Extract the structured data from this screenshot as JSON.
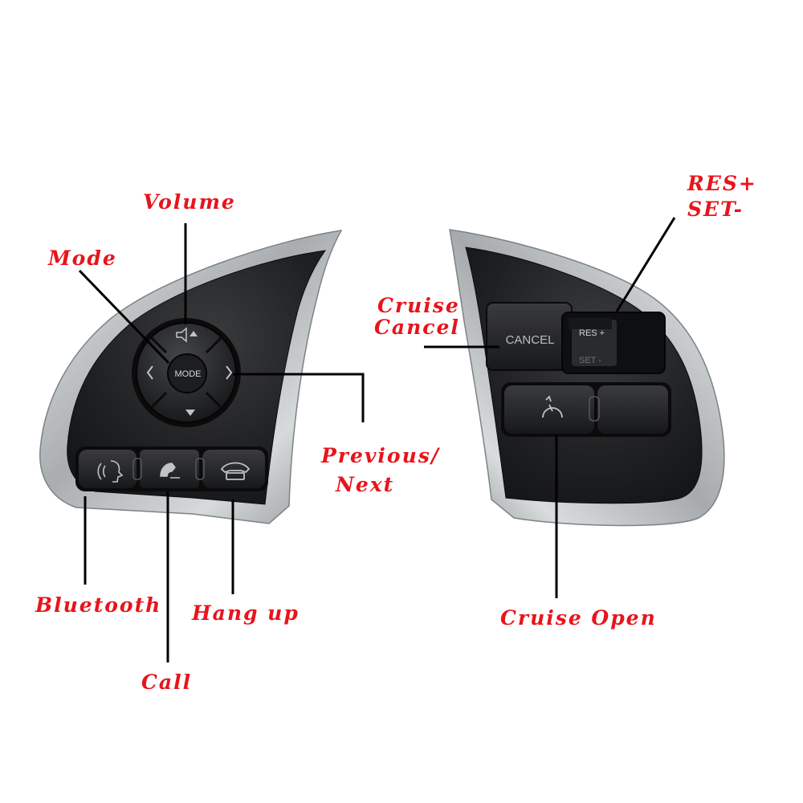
{
  "labels": {
    "volume": "Volume",
    "mode": "Mode",
    "previous_next": [
      "Previous/",
      "Next"
    ],
    "bluetooth": "Bluetooth",
    "hang_up": "Hang up",
    "call": "Call",
    "res_set": [
      "RES+",
      "SET-"
    ],
    "cruise_cancel": [
      "Cruise",
      "Cancel"
    ],
    "cruise_open": "Cruise Open"
  },
  "buttons": {
    "mode": "MODE",
    "cancel": "CANCEL",
    "res": "RES +",
    "set": "SET -"
  },
  "colors": {
    "label_red": "#e8141b",
    "leader_line": "#000000",
    "button_face": "#1e1f21",
    "chrome_trim": "#b9bcbd",
    "button_glyph": "#bfc3c6"
  }
}
